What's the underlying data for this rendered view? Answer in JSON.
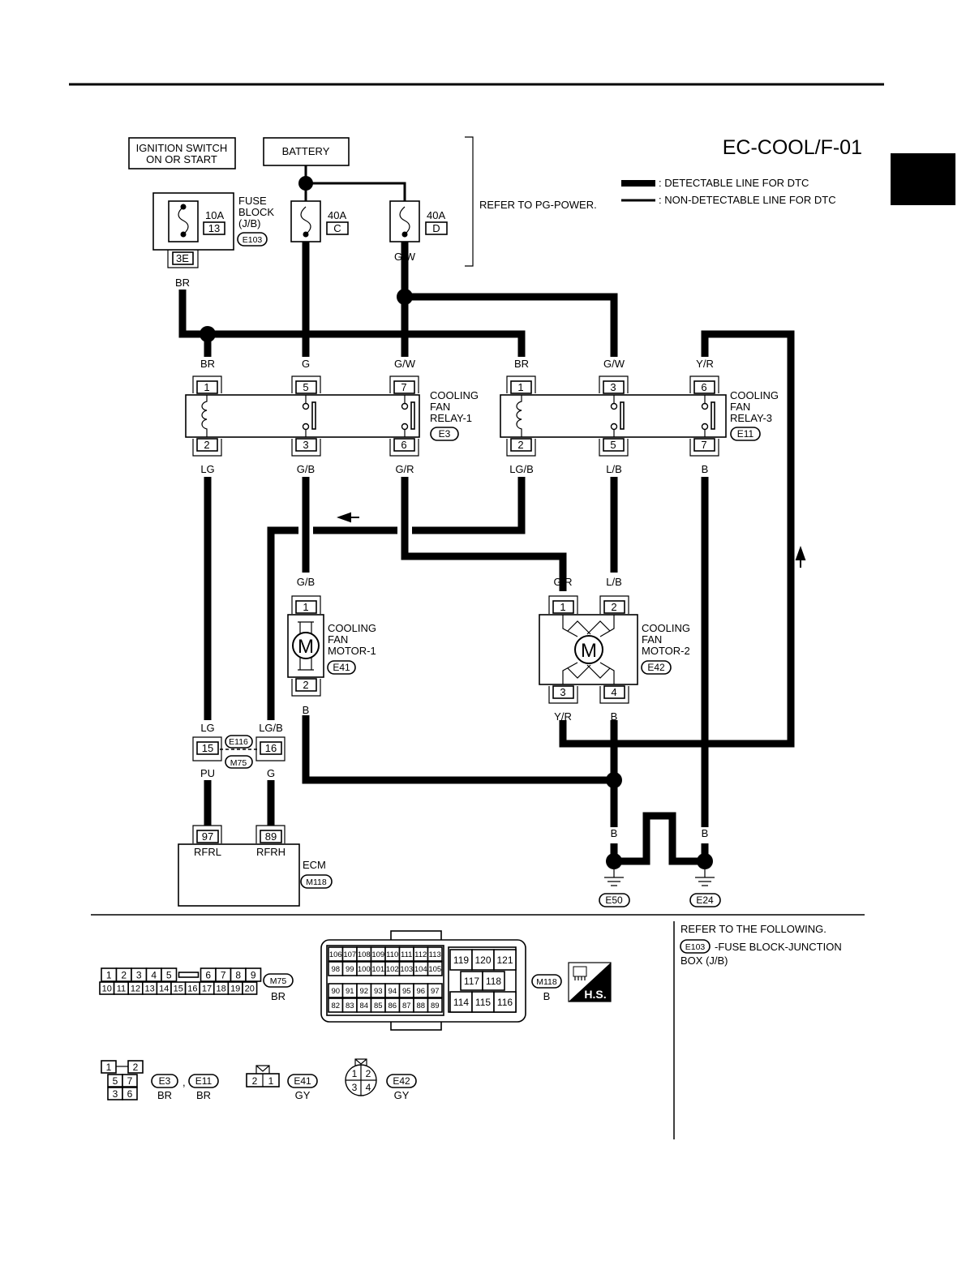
{
  "diagram_code": "EC-COOL/F-01",
  "legend": {
    "detectable": ": DETECTABLE LINE FOR DTC",
    "non_detectable": ": NON-DETECTABLE LINE FOR DTC"
  },
  "ignition": {
    "line1": "IGNITION SWITCH",
    "line2": "ON OR START"
  },
  "battery": "BATTERY",
  "refer_pg": "REFER TO PG-POWER.",
  "fuse_block": {
    "name1": "FUSE",
    "name2": "BLOCK",
    "name3": "(J/B)",
    "conn": "E103",
    "amp": "10A",
    "num": "13",
    "terminal": "3E"
  },
  "fuse_c": {
    "amp": "40A",
    "id": "C"
  },
  "fuse_d": {
    "amp": "40A",
    "id": "D"
  },
  "wire_colors": {
    "br": "BR",
    "g": "G",
    "gw": "G/W",
    "yr": "Y/R",
    "lg": "LG",
    "gb": "G/B",
    "gr": "G/R",
    "lgb": "LG/B",
    "lb": "L/B",
    "b": "B",
    "pu": "PU"
  },
  "relay1": {
    "l1": "COOLING",
    "l2": "FAN",
    "l3": "RELAY-1",
    "conn": "E3",
    "pins": [
      "1",
      "5",
      "7",
      "2",
      "3",
      "6"
    ]
  },
  "relay3": {
    "l1": "COOLING",
    "l2": "FAN",
    "l3": "RELAY-3",
    "conn": "E11",
    "pins": [
      "1",
      "3",
      "6",
      "2",
      "5",
      "7"
    ]
  },
  "motor1": {
    "l1": "COOLING",
    "l2": "FAN",
    "l3": "MOTOR-1",
    "conn": "E41",
    "pins": [
      "1",
      "2"
    ],
    "m": "M"
  },
  "motor2": {
    "l1": "COOLING",
    "l2": "FAN",
    "l3": "MOTOR-2",
    "conn": "E42",
    "pins": [
      "1",
      "2",
      "3",
      "4"
    ],
    "m": "M"
  },
  "joint": {
    "conn1": "E116",
    "conn2": "M75",
    "pin15": "15",
    "pin16": "16"
  },
  "ecm": {
    "name": "ECM",
    "conn": "M118",
    "pin97": "97",
    "pin89": "89",
    "rfrl": "RFRL",
    "rfrh": "RFRH"
  },
  "grounds": {
    "g1": "E50",
    "g2": "E24"
  },
  "refer_following": {
    "title": "REFER TO THE FOLLOWING.",
    "conn": "E103",
    "text1": "-FUSE BLOCK-JUNCTION",
    "text2": "BOX (J/B)"
  },
  "connectors": {
    "m75": {
      "id": "M75",
      "color": "BR",
      "top": [
        "1",
        "2",
        "3",
        "4",
        "5",
        "6",
        "7",
        "8",
        "9"
      ],
      "bottom": [
        "10",
        "11",
        "12",
        "13",
        "14",
        "15",
        "16",
        "17",
        "18",
        "19",
        "20"
      ]
    },
    "m118": {
      "id": "M118",
      "color": "B",
      "row1": [
        "106",
        "107",
        "108",
        "109",
        "110",
        "111",
        "112",
        "113"
      ],
      "row2": [
        "98",
        "99",
        "100",
        "101",
        "102",
        "103",
        "104",
        "105"
      ],
      "row3": [
        "90",
        "91",
        "92",
        "93",
        "94",
        "95",
        "96",
        "97"
      ],
      "row4": [
        "82",
        "83",
        "84",
        "85",
        "86",
        "87",
        "88",
        "89"
      ],
      "right1": [
        "119",
        "120",
        "121"
      ],
      "right2": [
        "117",
        "118"
      ],
      "right3": [
        "114",
        "115",
        "116"
      ]
    },
    "hs": "H.S.",
    "relay_conn": {
      "pins": [
        "1",
        "2",
        "5",
        "7",
        "3",
        "6"
      ],
      "id1": "E3",
      "sep": ",",
      "id2": "E11",
      "color1": "BR",
      "color2": "BR"
    },
    "e41": {
      "id": "E41",
      "pins": [
        "2",
        "1"
      ],
      "color": "GY"
    },
    "e42": {
      "id": "E42",
      "pins": [
        "1",
        "2",
        "3",
        "4"
      ],
      "color": "GY"
    }
  }
}
